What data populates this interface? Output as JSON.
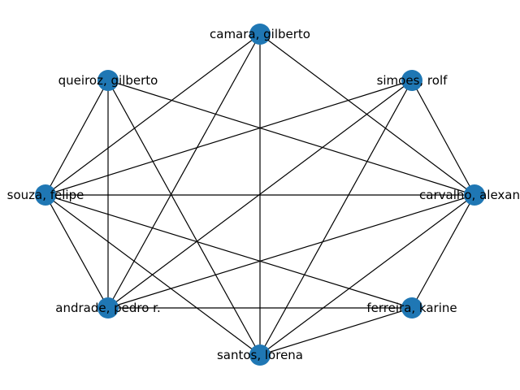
{
  "graph": {
    "node_color": "#1f77b4",
    "edge_color": "#000000",
    "nodes": [
      {
        "id": "camara",
        "label": "camara, gilberto"
      },
      {
        "id": "simoes",
        "label": "simoes, rolf"
      },
      {
        "id": "carvalho",
        "label": "carvalho, alexan"
      },
      {
        "id": "ferreira",
        "label": "ferreira, karine"
      },
      {
        "id": "santos",
        "label": "santos, lorena"
      },
      {
        "id": "andrade",
        "label": "andrade, pedro r."
      },
      {
        "id": "souza",
        "label": "souza, felipe"
      },
      {
        "id": "queiroz",
        "label": "queiroz, gilberto"
      }
    ],
    "edges": [
      [
        "camara",
        "carvalho"
      ],
      [
        "camara",
        "santos"
      ],
      [
        "camara",
        "andrade"
      ],
      [
        "camara",
        "souza"
      ],
      [
        "queiroz",
        "carvalho"
      ],
      [
        "queiroz",
        "santos"
      ],
      [
        "queiroz",
        "andrade"
      ],
      [
        "queiroz",
        "souza"
      ],
      [
        "simoes",
        "carvalho"
      ],
      [
        "simoes",
        "santos"
      ],
      [
        "simoes",
        "andrade"
      ],
      [
        "simoes",
        "souza"
      ],
      [
        "souza",
        "carvalho"
      ],
      [
        "souza",
        "ferreira"
      ],
      [
        "souza",
        "santos"
      ],
      [
        "souza",
        "andrade"
      ],
      [
        "carvalho",
        "andrade"
      ],
      [
        "carvalho",
        "santos"
      ],
      [
        "carvalho",
        "ferreira"
      ],
      [
        "andrade",
        "ferreira"
      ],
      [
        "santos",
        "ferreira"
      ]
    ]
  }
}
